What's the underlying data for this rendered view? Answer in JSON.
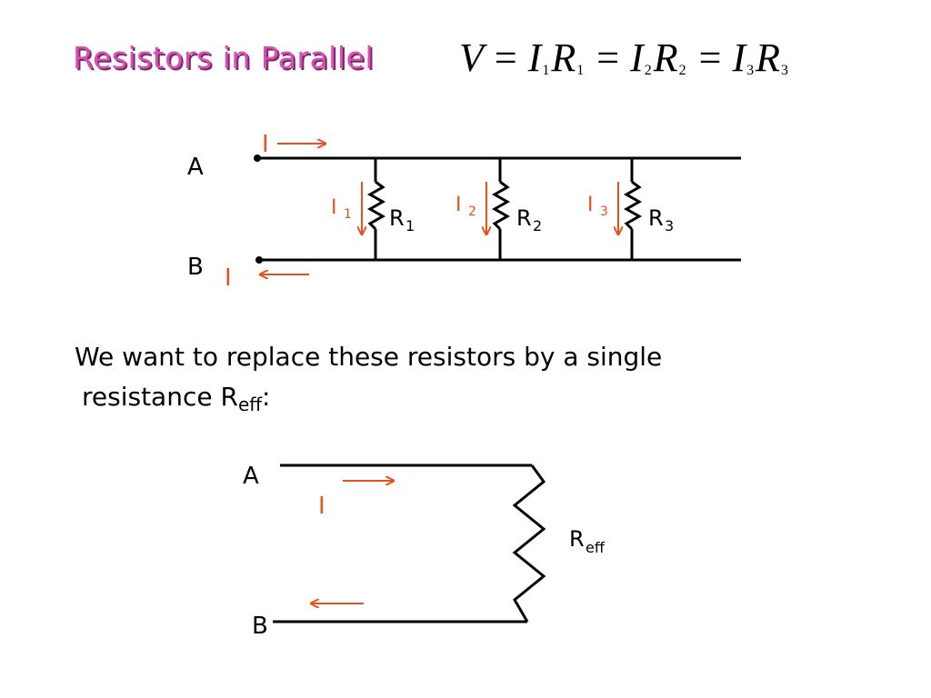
{
  "title": "Resistors in Parallel",
  "equation": {
    "V": "V",
    "eq": "=",
    "terms": [
      {
        "I": "I",
        "i_sub": "1",
        "R": "R",
        "r_sub": "1"
      },
      {
        "I": "I",
        "i_sub": "2",
        "R": "R",
        "r_sub": "2"
      },
      {
        "I": "I",
        "i_sub": "3",
        "R": "R",
        "r_sub": "3"
      }
    ]
  },
  "parallel_circuit": {
    "node_a": "A",
    "node_b": "B",
    "current_in": "I",
    "current_out": "I",
    "branches": [
      {
        "current": "I",
        "current_sub": "1",
        "resistor": "R",
        "resistor_sub": "1"
      },
      {
        "current": "I",
        "current_sub": "2",
        "resistor": "R",
        "resistor_sub": "2"
      },
      {
        "current": "I",
        "current_sub": "3",
        "resistor": "R",
        "resistor_sub": "3"
      }
    ]
  },
  "text": {
    "line1": "We want to replace these resistors by a single",
    "line2": "resistance R",
    "line2_sub": "eff",
    "line2_end": ":"
  },
  "equivalent_circuit": {
    "node_a": "A",
    "node_b": "B",
    "current": "I",
    "resistor": "R",
    "resistor_sub": "eff"
  },
  "colors": {
    "title": "#d94fb8",
    "current": "#e8501c",
    "wire": "#000000"
  }
}
